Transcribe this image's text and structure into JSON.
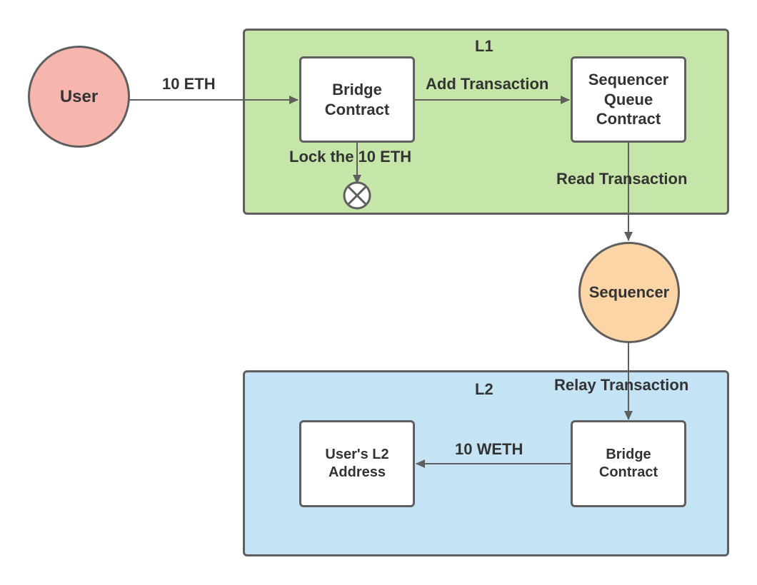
{
  "regions": {
    "l1": {
      "title": "L1",
      "fill": "#c6e6a9"
    },
    "l2": {
      "title": "L2",
      "fill": "#c4e3f5"
    }
  },
  "nodes": {
    "user": {
      "label": "User",
      "fill": "#f7b6ad"
    },
    "sequencer": {
      "label": "Sequencer",
      "fill": "#fbd5a5"
    },
    "l1_bridge": {
      "label": "Bridge\nContract"
    },
    "sequencer_queue": {
      "label": "Sequencer\nQueue\nContract"
    },
    "l2_bridge": {
      "label": "Bridge\nContract"
    },
    "users_l2_address": {
      "label": "User's L2\nAddress"
    }
  },
  "edges": {
    "user_to_bridge": "10 ETH",
    "bridge_to_queue": "Add Transaction",
    "bridge_lock": "Lock the 10 ETH",
    "queue_to_sequencer": "Read Transaction",
    "sequencer_to_l2": "Relay Transaction",
    "l2_bridge_to_address": "10 WETH"
  },
  "colors": {
    "stroke": "#5f5f5f",
    "text": "#333333"
  }
}
